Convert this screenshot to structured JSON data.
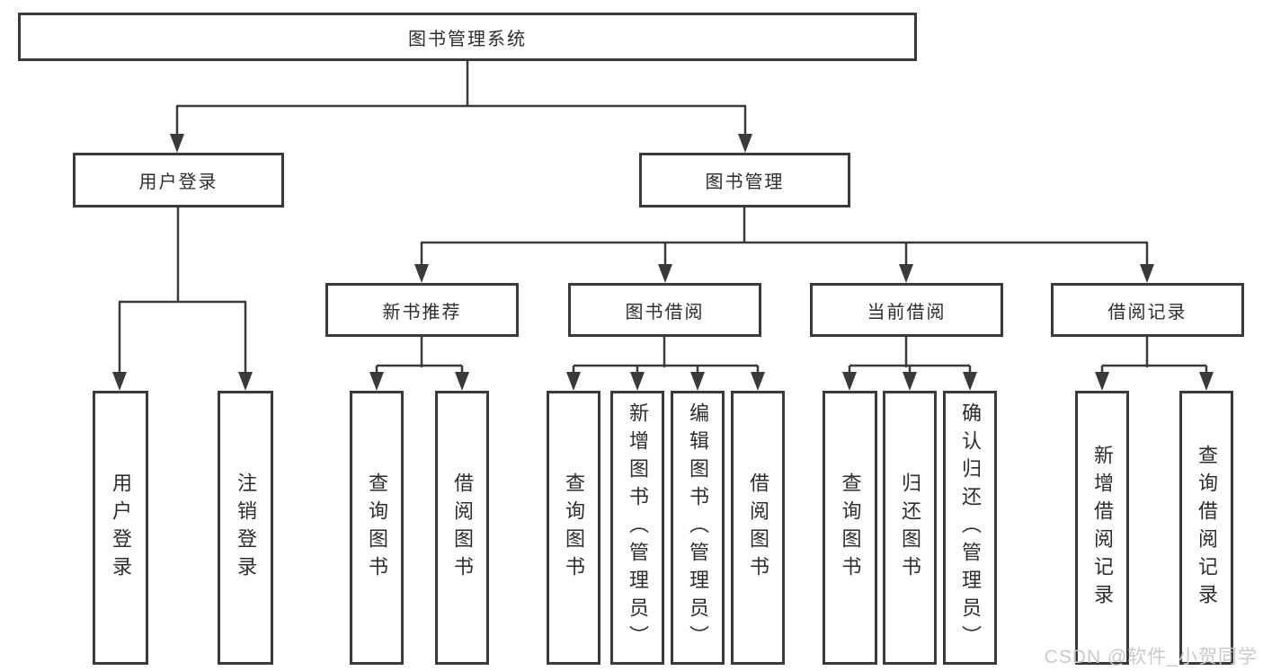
{
  "diagram_title": "图书管理系统",
  "tree": {
    "root": {
      "label": "图书管理系统",
      "children": [
        {
          "label": "用户登录",
          "children": [
            {
              "label": "用户登录"
            },
            {
              "label": "注销登录"
            }
          ]
        },
        {
          "label": "图书管理",
          "children": [
            {
              "label": "新书推荐",
              "children": [
                {
                  "label": "查询图书"
                },
                {
                  "label": "借阅图书"
                }
              ]
            },
            {
              "label": "图书借阅",
              "children": [
                {
                  "label": "查询图书"
                },
                {
                  "label": "新增图书（管理员）"
                },
                {
                  "label": "编辑图书（管理员）"
                },
                {
                  "label": "借阅图书"
                }
              ]
            },
            {
              "label": "当前借阅",
              "children": [
                {
                  "label": "查询图书"
                },
                {
                  "label": "归还图书"
                },
                {
                  "label": "确认归还（管理员）"
                }
              ]
            },
            {
              "label": "借阅记录",
              "children": [
                {
                  "label": "新增借阅记录"
                },
                {
                  "label": "查询借阅记录"
                }
              ]
            }
          ]
        }
      ]
    }
  },
  "watermark": "CSDN @软件_小贺同学",
  "colors": {
    "line": "#3a3a3a",
    "box_border": "#3a3a3a",
    "text": "#2d2d2d",
    "watermark": "#c9c9c9",
    "background": "#ffffff"
  }
}
